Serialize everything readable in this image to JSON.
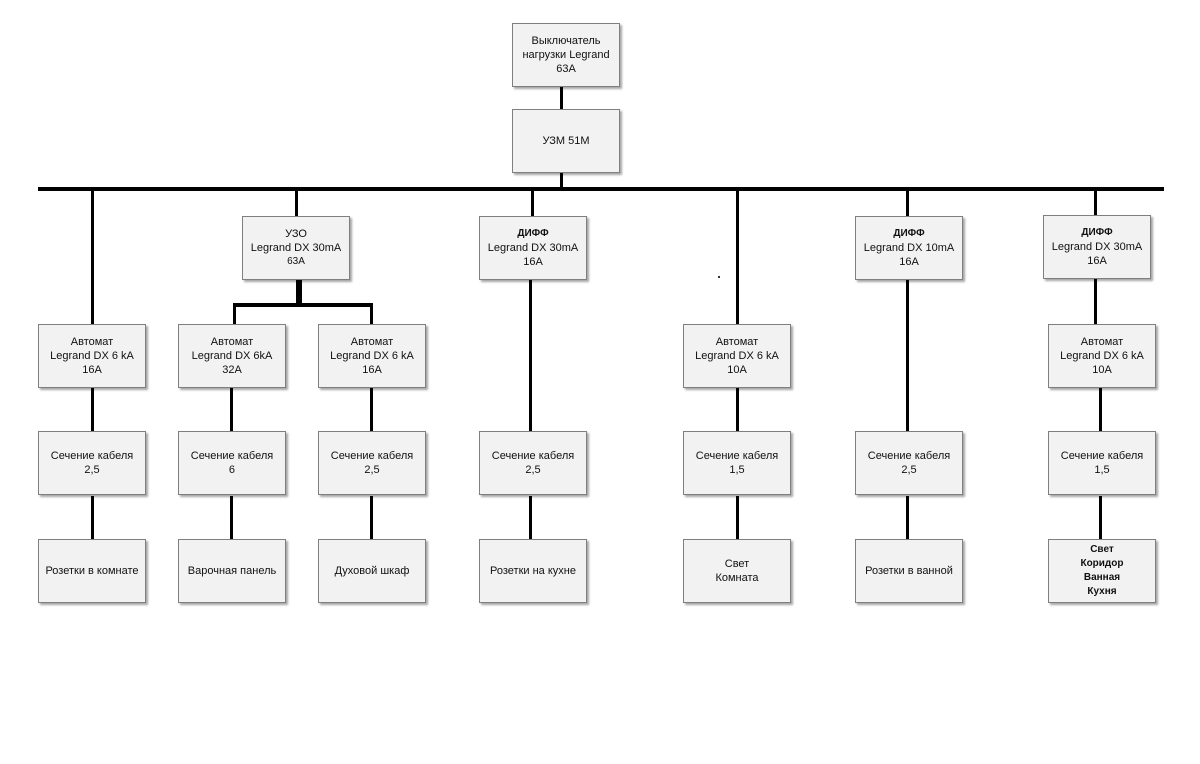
{
  "diagram": {
    "main_switch": {
      "lines": [
        "Выключатель",
        "нагрузки Legrand",
        "63А"
      ]
    },
    "voltage_relay": {
      "lines": [
        "УЗМ 51М"
      ]
    },
    "col1": {
      "breaker": {
        "lines": [
          "Автомат",
          "Legrand DX 6 kA",
          "16А"
        ]
      },
      "cable": {
        "lines": [
          "Сечение кабеля",
          "2,5"
        ]
      },
      "load": {
        "lines": [
          "Розетки в комнате"
        ]
      }
    },
    "rcd": {
      "lines": [
        "УЗО",
        "Legrand DX 30mA",
        "63А"
      ]
    },
    "col2": {
      "breaker": {
        "lines": [
          "Автомат",
          "Legrand DX 6kA",
          "32А"
        ]
      },
      "cable": {
        "lines": [
          "Сечение кабеля",
          "6"
        ]
      },
      "load": {
        "lines": [
          "Варочная панель"
        ]
      }
    },
    "col3": {
      "breaker": {
        "lines": [
          "Автомат",
          "Legrand DX 6 kA",
          "16А"
        ]
      },
      "cable": {
        "lines": [
          "Сечение кабеля",
          "2,5"
        ]
      },
      "load": {
        "lines": [
          "Духовой шкаф"
        ]
      }
    },
    "col4": {
      "diff": {
        "lines": [
          "ДИФФ",
          "Legrand DX 30mA",
          "16А"
        ]
      },
      "cable": {
        "lines": [
          "Сечение кабеля",
          "2,5"
        ]
      },
      "load": {
        "lines": [
          "Розетки на кухне"
        ]
      }
    },
    "col5": {
      "breaker": {
        "lines": [
          "Автомат",
          "Legrand DX 6 kA",
          "10А"
        ]
      },
      "cable": {
        "lines": [
          "Сечение кабеля",
          "1,5"
        ]
      },
      "load": {
        "lines": [
          "Свет",
          "Комната"
        ]
      }
    },
    "col6": {
      "diff": {
        "lines": [
          "ДИФФ",
          "Legrand DX 10mA",
          "16А"
        ]
      },
      "cable": {
        "lines": [
          "Сечение кабеля",
          "2,5"
        ]
      },
      "load": {
        "lines": [
          "Розетки в ванной"
        ]
      }
    },
    "col7": {
      "diff": {
        "lines": [
          "ДИФФ",
          "Legrand DX 30mA",
          "16А"
        ]
      },
      "breaker": {
        "lines": [
          "Автомат",
          "Legrand DX 6 kA",
          "10А"
        ]
      },
      "cable": {
        "lines": [
          "Сечение кабеля",
          "1,5"
        ]
      },
      "load": {
        "lines": [
          "Свет",
          "Коридор",
          "Ванная",
          "Кухня"
        ]
      }
    }
  }
}
